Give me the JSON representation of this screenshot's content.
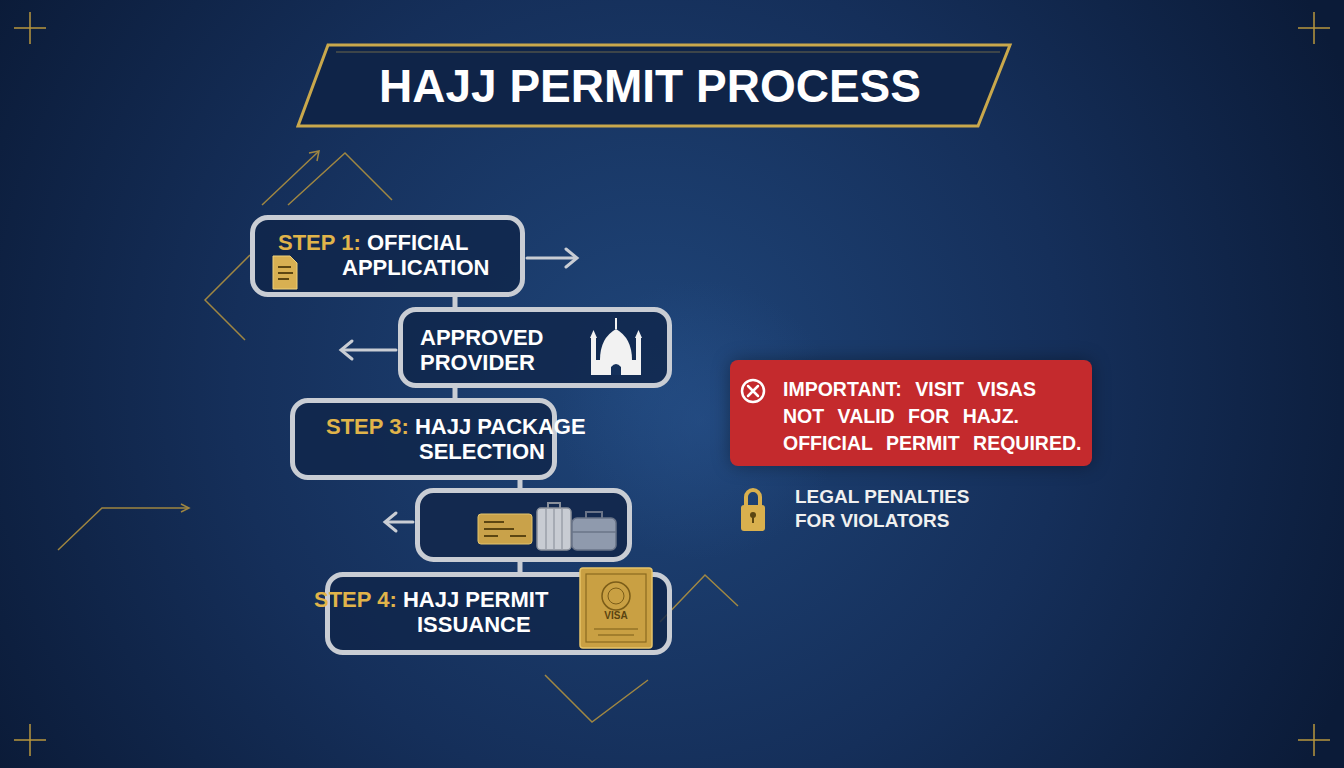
{
  "diagram": {
    "title": "HAJJ PERMIT PROCESS",
    "nodes": [
      {
        "text": [
          "STEP 1:",
          "OFFICIAL APPLICATION"
        ]
      },
      {
        "text": [
          "APPROVED PROVIDER"
        ]
      },
      {
        "text": [
          "STEP 3:",
          "HAJJ PACKAGE SELECTION"
        ]
      },
      {
        "text": [
          "STEP 4:",
          "HAJJ PERMIT ISSUANCE"
        ]
      },
      {
        "text": [
          "IMPORTANT: VISIT VISAS NOT VALID FOR HAJZ. OFFICIAL PERMIT REQUIRED."
        ]
      }
    ],
    "edges": [
      {
        "from": 0,
        "to": 1,
        "arrow": "none"
      },
      {
        "from": 1,
        "to": 2,
        "arrow": "none"
      },
      {
        "from": 2,
        "to": 3,
        "arrow": "none"
      }
    ],
    "labels": [
      "LEGAL PENALTIES FOR VIOLATORS",
      "VISA"
    ]
  }
}
